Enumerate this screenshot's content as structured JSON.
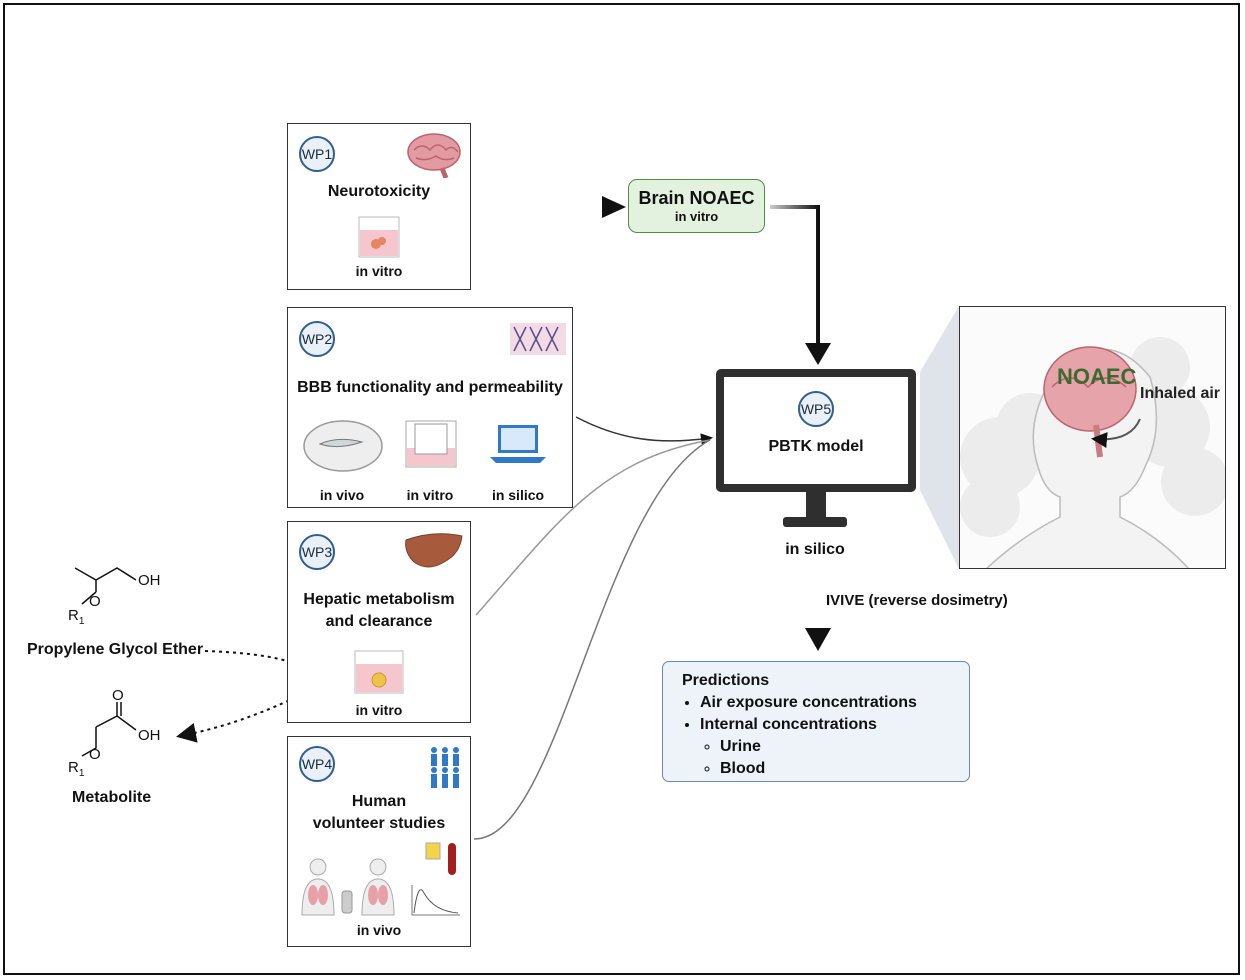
{
  "wp1": {
    "badge": "WP1",
    "title": "Neurotoxicity",
    "sub": "in vitro"
  },
  "wp2": {
    "badge": "WP2",
    "title": "BBB functionality and permeability",
    "sub1": "in vivo",
    "sub2": "in vitro",
    "sub3": "in silico"
  },
  "wp3": {
    "badge": "WP3",
    "title_line1": "Hepatic metabolism",
    "title_line2": "and clearance",
    "sub": "in vitro"
  },
  "wp4": {
    "badge": "WP4",
    "title_line1": "Human",
    "title_line2": "volunteer studies",
    "sub": "in vivo"
  },
  "noaec": {
    "title": "Brain NOAEC",
    "sub": "in vitro"
  },
  "wp5": {
    "badge": "WP5",
    "title": "PBTK model",
    "sub": "in silico"
  },
  "ivive_label": "IVIVE (reverse dosimetry)",
  "predictions": {
    "title": "Predictions",
    "items": [
      "Air exposure concentrations",
      "Internal concentrations"
    ],
    "subitems": [
      "Urine",
      "Blood"
    ]
  },
  "inset": {
    "noaec_label": "NOAEC",
    "air_label": "Inhaled air"
  },
  "chem": {
    "pge_label": "Propylene Glycol Ether",
    "metabolite_label": "Metabolite",
    "oh": "OH",
    "o": "O",
    "r": "R",
    "r_sub": "1"
  },
  "colors": {
    "badge_border": "#2f5e91",
    "noaec_green": "#e3f2df",
    "pred_blue": "#eef3fa"
  }
}
